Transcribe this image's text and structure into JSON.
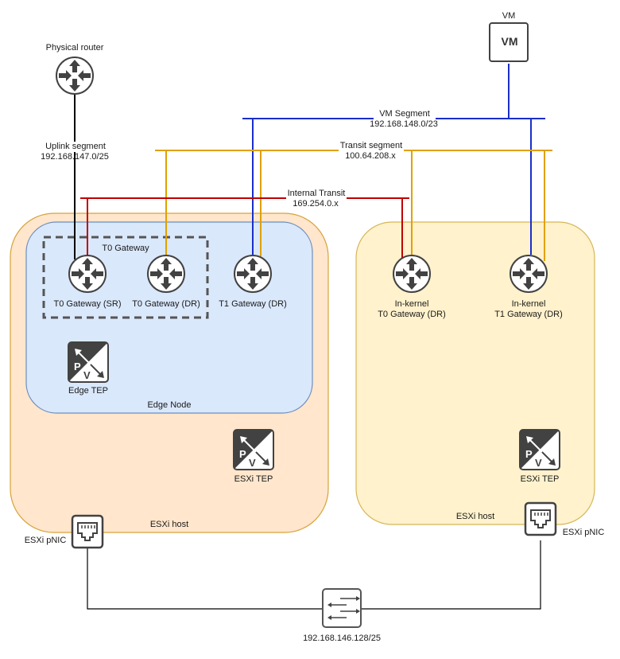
{
  "diagram": {
    "title": "NSX-T Edge and ESXi host routing topology",
    "colors": {
      "vm_segment": "#1a2fc9",
      "transit_segment": "#e0a100",
      "internal_transit": "#c00000",
      "uplink": "#000000",
      "edge_host_fill": "#ffe6cc",
      "edge_host_stroke": "#d6a33a",
      "edge_node_fill": "#dae8fc",
      "edge_node_stroke": "#6c8ebf",
      "compute_host_fill": "#fff2cc",
      "compute_host_stroke": "#d6b656",
      "icon_dark": "#424242"
    },
    "physical_router": {
      "label": "Physical router",
      "icon": "router-icon"
    },
    "vm": {
      "label": "VM",
      "icon_text": "VM"
    },
    "segments": {
      "vm_segment": {
        "name": "VM Segment",
        "subnet": "192.168.148.0/23"
      },
      "transit_segment": {
        "name": "Transit segment",
        "subnet": "100.64.208.x"
      },
      "internal_transit": {
        "name": "Internal Transit",
        "subnet": "169.254.0.x"
      },
      "uplink_segment": {
        "name": "Uplink segment",
        "subnet": "192.168.147.0/25"
      },
      "underlay": {
        "subnet": "192.168.146.128/25"
      }
    },
    "edge_host": {
      "label": "ESXi host",
      "tep_label": "ESXi TEP",
      "pnic_label": "ESXi pNIC",
      "edge_node": {
        "label": "Edge Node",
        "tep_label": "Edge TEP",
        "t0_group_label": "T0 Gateway",
        "routers": [
          {
            "label": "T0 Gateway (SR)"
          },
          {
            "label": "T0 Gateway (DR)"
          },
          {
            "label": "T1 Gateway (DR)"
          }
        ]
      }
    },
    "compute_host": {
      "label": "ESXi host",
      "tep_label": "ESXi TEP",
      "pnic_label": "ESXi pNIC",
      "routers": [
        {
          "line1": "In-kernel",
          "line2": "T0 Gateway (DR)"
        },
        {
          "line1": "In-kernel",
          "line2": "T1 Gateway (DR)"
        }
      ]
    },
    "switch": {
      "icon": "switch-icon"
    }
  }
}
